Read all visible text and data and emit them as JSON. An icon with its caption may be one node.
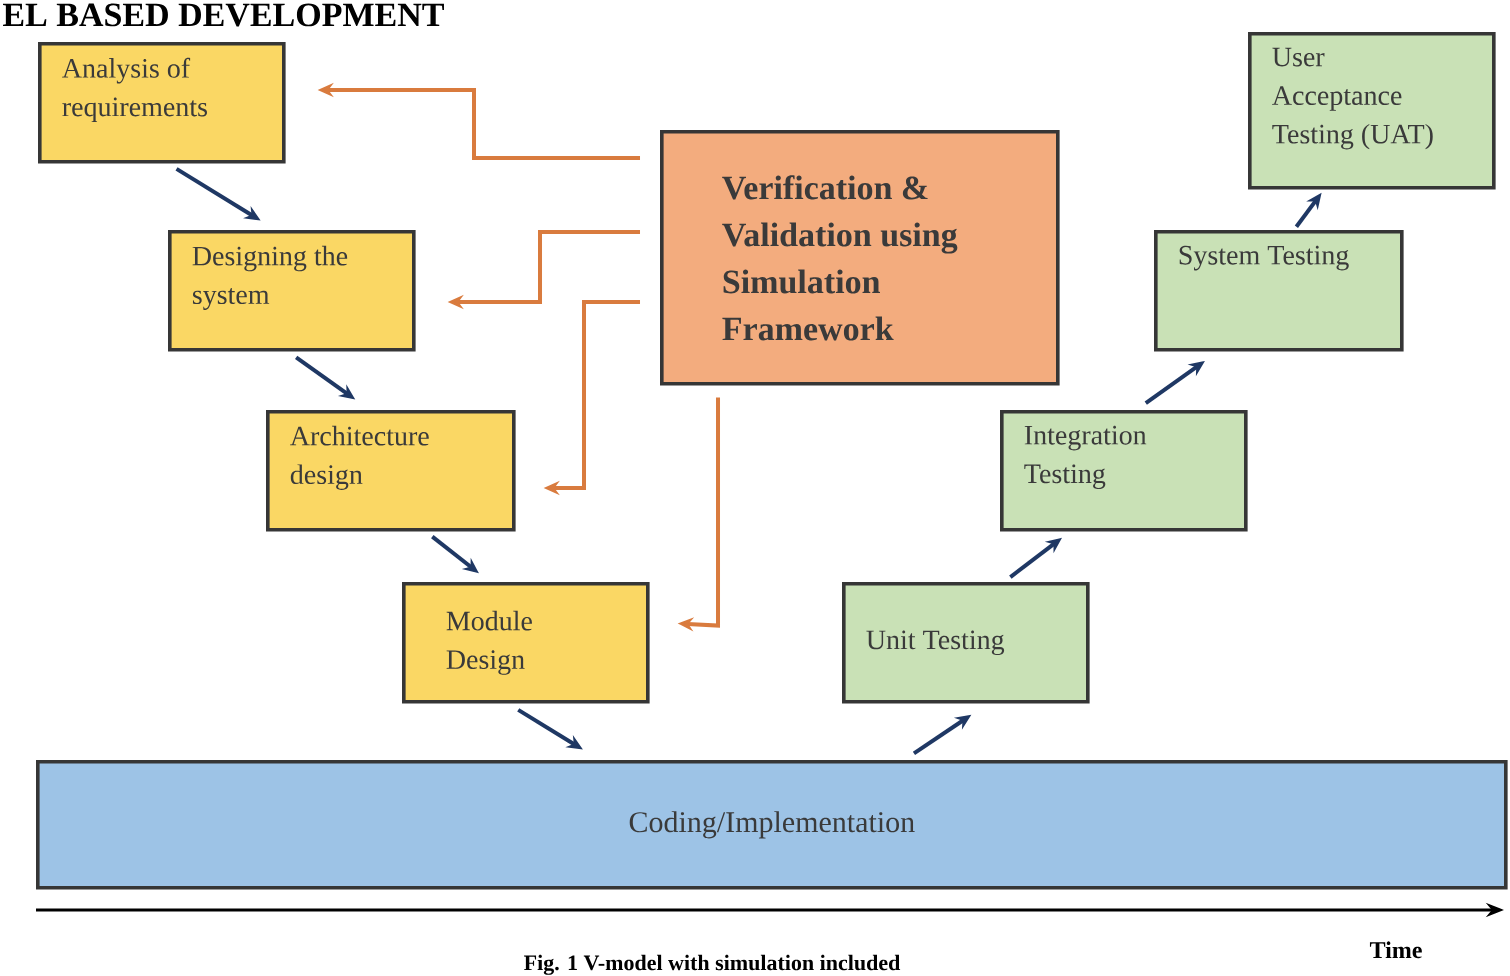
{
  "diagram": {
    "title": "EL BASED DEVELOPMENT",
    "caption": "Fig. 1 V-model with simulation included",
    "nodes": [
      {
        "text": [
          "Analysis of requirements"
        ]
      },
      {
        "text": [
          "Designing the system"
        ]
      },
      {
        "text": [
          "Architecture design"
        ]
      },
      {
        "text": [
          "Module Design"
        ]
      },
      {
        "text": [
          "Verification & Validation using Simulation Framework"
        ]
      },
      {
        "text": [
          "Unit Testing"
        ]
      },
      {
        "text": [
          "Integration Testing"
        ]
      },
      {
        "text": [
          "System Testing"
        ]
      },
      {
        "text": [
          "User Acceptance Testing (UAT)"
        ]
      },
      {
        "text": [
          "Coding/Implementation"
        ]
      }
    ],
    "edges": [
      {
        "from": 0,
        "to": 1,
        "arrow": "to"
      },
      {
        "from": 1,
        "to": 2,
        "arrow": "to"
      },
      {
        "from": 2,
        "to": 3,
        "arrow": "to"
      },
      {
        "from": 3,
        "to": 9,
        "arrow": "to"
      },
      {
        "from": 9,
        "to": 5,
        "arrow": "to"
      },
      {
        "from": 5,
        "to": 6,
        "arrow": "to"
      },
      {
        "from": 6,
        "to": 7,
        "arrow": "to"
      },
      {
        "from": 7,
        "to": 8,
        "arrow": "to"
      },
      {
        "from": 4,
        "to": 0,
        "arrow": "to",
        "color": "#d97b3e"
      },
      {
        "from": 4,
        "to": 1,
        "arrow": "to",
        "color": "#d97b3e"
      },
      {
        "from": 4,
        "to": 2,
        "arrow": "to",
        "color": "#d97b3e"
      },
      {
        "from": 4,
        "to": 3,
        "arrow": "to",
        "color": "#d97b3e"
      }
    ],
    "labels": [
      "Time"
    ]
  }
}
